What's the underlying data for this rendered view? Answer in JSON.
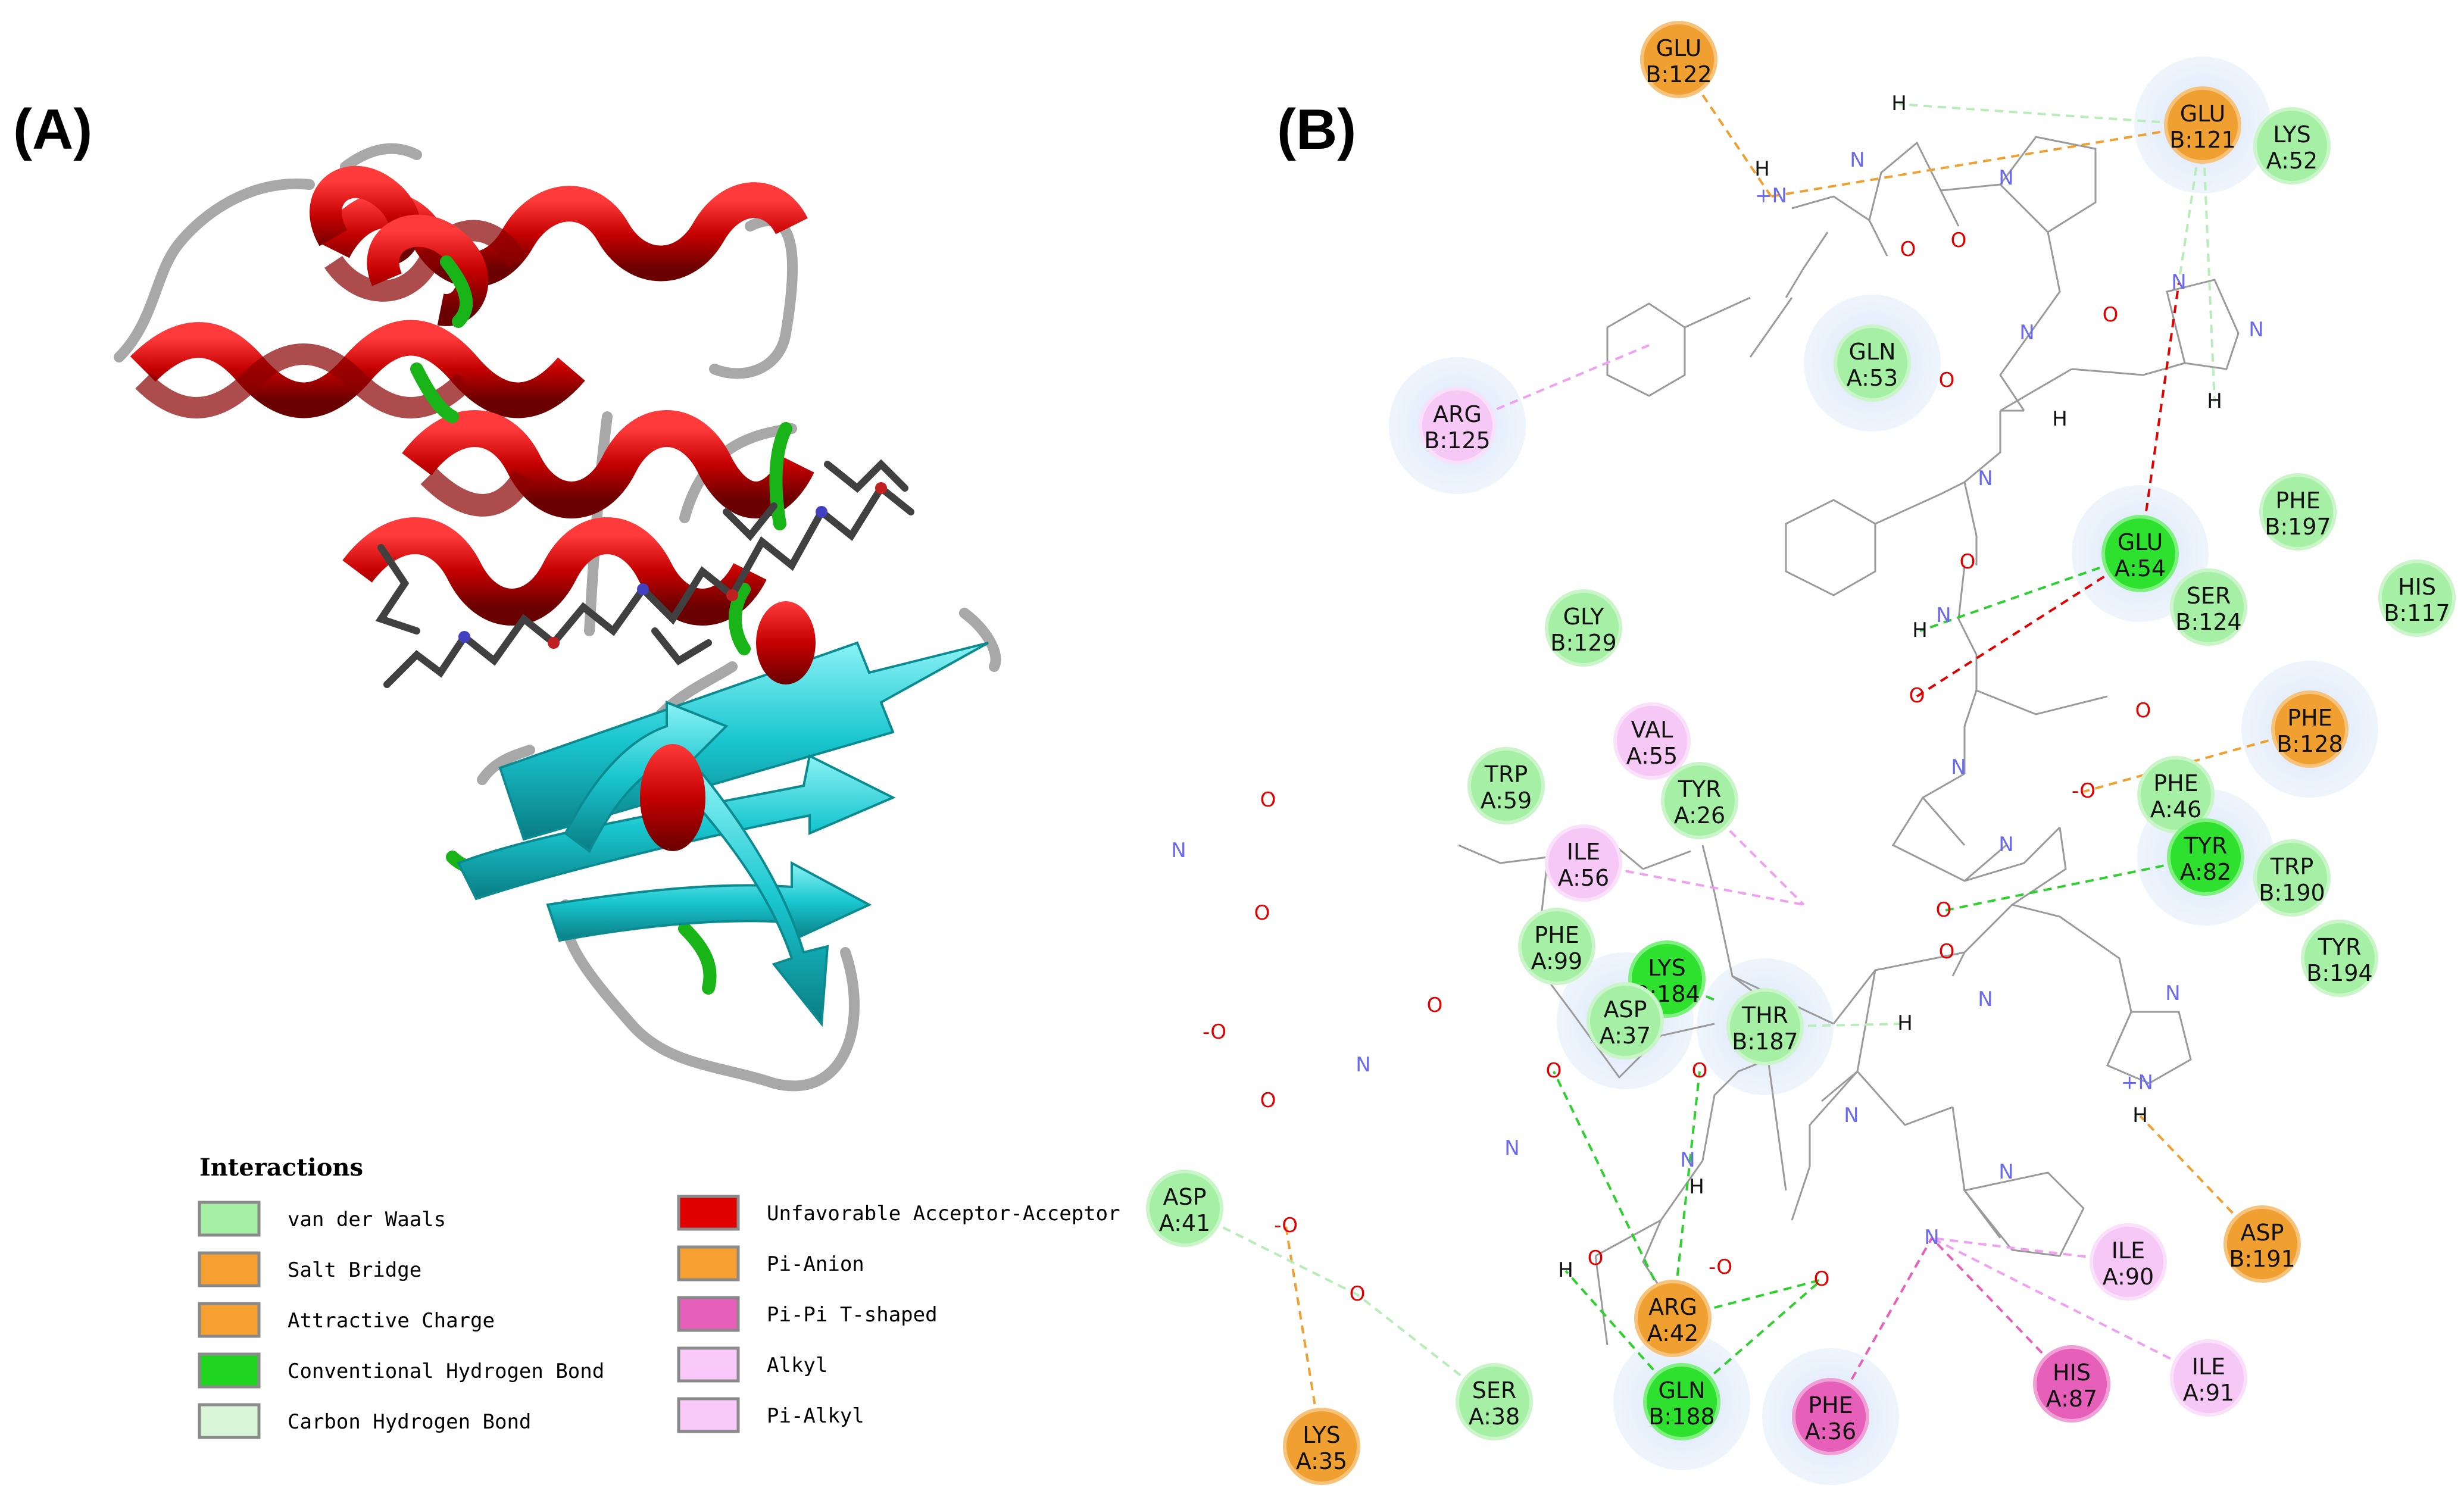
{
  "panels": {
    "a_label": "(A)",
    "b_label": "(B)"
  },
  "colors": {
    "helix": "#c40000",
    "sheet": "#19c6cf",
    "turn": "#18b418",
    "coil": "#a8a8a8",
    "stick": "#404040",
    "van_der_waals": "#a6f0a6",
    "salt_bridge": "#f5a030",
    "conventional_hbond": "#2ee12e",
    "carbon_hbond": "#d8f5d8",
    "unfavorable": "#e00000",
    "pi_pi_tshaped": "#e65fb8",
    "alkyl": "#f5c8f5"
  },
  "legend": {
    "title": "Interactions",
    "col1": [
      {
        "label": "van der Waals",
        "color": "#a6f0a6"
      },
      {
        "label": "Salt Bridge",
        "color": "#f5a030"
      },
      {
        "label": "Attractive Charge",
        "color": "#f5a030"
      },
      {
        "label": "Conventional Hydrogen Bond",
        "color": "#1fd41f"
      },
      {
        "label": "Carbon Hydrogen Bond",
        "color": "#d8f5d8"
      }
    ],
    "col2": [
      {
        "label": "Unfavorable Acceptor-Acceptor",
        "color": "#e00000"
      },
      {
        "label": "Pi-Anion",
        "color": "#f5a030"
      },
      {
        "label": "Pi-Pi T-shaped",
        "color": "#e65fb8"
      },
      {
        "label": "Alkyl",
        "color": "#f8c8f8"
      },
      {
        "label": "Pi-Alkyl",
        "color": "#f8c8f8"
      }
    ]
  },
  "residues": [
    {
      "id": "glu-b122",
      "line1": "GLU",
      "line2": "B:122",
      "type": "salt_bridge",
      "halo": false
    },
    {
      "id": "glu-b121",
      "line1": "GLU",
      "line2": "B:121",
      "type": "salt_bridge",
      "halo": true
    },
    {
      "id": "lys-a52",
      "line1": "LYS",
      "line2": "A:52",
      "type": "van_der_waals",
      "halo": false
    },
    {
      "id": "gln-a53",
      "line1": "GLN",
      "line2": "A:53",
      "type": "van_der_waals",
      "halo": true
    },
    {
      "id": "arg-b125",
      "line1": "ARG",
      "line2": "B:125",
      "type": "alkyl",
      "halo": true
    },
    {
      "id": "glu-a54",
      "line1": "GLU",
      "line2": "A:54",
      "type": "conventional_hbond",
      "halo": true
    },
    {
      "id": "phe-b197",
      "line1": "PHE",
      "line2": "B:197",
      "type": "van_der_waals",
      "halo": false
    },
    {
      "id": "his-b117",
      "line1": "HIS",
      "line2": "B:117",
      "type": "van_der_waals",
      "halo": false
    },
    {
      "id": "ser-b124",
      "line1": "SER",
      "line2": "B:124",
      "type": "van_der_waals",
      "halo": false
    },
    {
      "id": "gly-b129",
      "line1": "GLY",
      "line2": "B:129",
      "type": "van_der_waals",
      "halo": false
    },
    {
      "id": "phe-b128",
      "line1": "PHE",
      "line2": "B:128",
      "type": "salt_bridge",
      "halo": true
    },
    {
      "id": "trp-a59",
      "line1": "TRP",
      "line2": "A:59",
      "type": "van_der_waals",
      "halo": false
    },
    {
      "id": "val-a55",
      "line1": "VAL",
      "line2": "A:55",
      "type": "alkyl",
      "halo": false
    },
    {
      "id": "tyr-a26",
      "line1": "TYR",
      "line2": "A:26",
      "type": "van_der_waals",
      "halo": false
    },
    {
      "id": "phe-a46",
      "line1": "PHE",
      "line2": "A:46",
      "type": "van_der_waals",
      "halo": false
    },
    {
      "id": "tyr-a82",
      "line1": "TYR",
      "line2": "A:82",
      "type": "conventional_hbond",
      "halo": true
    },
    {
      "id": "trp-b190",
      "line1": "TRP",
      "line2": "B:190",
      "type": "van_der_waals",
      "halo": false
    },
    {
      "id": "tyr-b194",
      "line1": "TYR",
      "line2": "B:194",
      "type": "van_der_waals",
      "halo": false
    },
    {
      "id": "ile-a56",
      "line1": "ILE",
      "line2": "A:56",
      "type": "alkyl",
      "halo": false
    },
    {
      "id": "phe-a99",
      "line1": "PHE",
      "line2": "A:99",
      "type": "van_der_waals",
      "halo": false
    },
    {
      "id": "lys-b184",
      "line1": "LYS",
      "line2": "B:184",
      "type": "conventional_hbond",
      "halo": false
    },
    {
      "id": "asp-a37",
      "line1": "ASP",
      "line2": "A:37",
      "type": "van_der_waals",
      "halo": true
    },
    {
      "id": "thr-b187",
      "line1": "THR",
      "line2": "B:187",
      "type": "van_der_waals",
      "halo": true
    },
    {
      "id": "asp-a41",
      "line1": "ASP",
      "line2": "A:41",
      "type": "van_der_waals",
      "halo": false
    },
    {
      "id": "arg-a42",
      "line1": "ARG",
      "line2": "A:42",
      "type": "salt_bridge",
      "halo": false
    },
    {
      "id": "gln-b188",
      "line1": "GLN",
      "line2": "B:188",
      "type": "conventional_hbond",
      "halo": true
    },
    {
      "id": "ser-a38",
      "line1": "SER",
      "line2": "A:38",
      "type": "van_der_waals",
      "halo": false
    },
    {
      "id": "lys-a35",
      "line1": "LYS",
      "line2": "A:35",
      "type": "salt_bridge",
      "halo": false
    },
    {
      "id": "phe-a36",
      "line1": "PHE",
      "line2": "A:36",
      "type": "pi_pi_tshaped",
      "halo": true
    },
    {
      "id": "his-a87",
      "line1": "HIS",
      "line2": "A:87",
      "type": "pi_pi_tshaped",
      "halo": false
    },
    {
      "id": "ile-a90",
      "line1": "ILE",
      "line2": "A:90",
      "type": "alkyl",
      "halo": false
    },
    {
      "id": "ile-a91",
      "line1": "ILE",
      "line2": "A:91",
      "type": "alkyl",
      "halo": false
    },
    {
      "id": "asp-b191",
      "line1": "ASP",
      "line2": "B:191",
      "type": "salt_bridge",
      "halo": false
    }
  ],
  "interactions": [
    {
      "from": "glu-b122",
      "to": "nh-top",
      "type": "salt_bridge"
    },
    {
      "from": "glu-b121",
      "to": "nh-top",
      "type": "salt_bridge"
    },
    {
      "from": "glu-b121",
      "to": "h-top",
      "type": "carbon_hbond"
    },
    {
      "from": "glu-b121",
      "to": "im-top",
      "type": "carbon_hbond"
    },
    {
      "from": "glu-b121",
      "to": "h-im1",
      "type": "carbon_hbond"
    },
    {
      "from": "arg-b125",
      "to": "ring1",
      "type": "alkyl"
    },
    {
      "from": "glu-a54",
      "to": "h-nh2",
      "type": "conventional_hbond"
    },
    {
      "from": "glu-a54",
      "to": "o-mid",
      "type": "unfavorable"
    },
    {
      "from": "glu-a54",
      "to": "im-top",
      "type": "unfavorable"
    },
    {
      "from": "phe-b128",
      "to": "o-carbox",
      "type": "salt_bridge"
    },
    {
      "from": "tyr-a82",
      "to": "o-right",
      "type": "conventional_hbond"
    },
    {
      "from": "ile-a56",
      "to": "cyclo",
      "type": "alkyl"
    },
    {
      "from": "tyr-a26",
      "to": "cyclo",
      "type": "alkyl"
    },
    {
      "from": "lys-b184",
      "to": "thr-link",
      "type": "conventional_hbond"
    },
    {
      "from": "thr-b187",
      "to": "h-bottom",
      "type": "carbon_hbond"
    },
    {
      "from": "arg-a42",
      "to": "o-lower1",
      "type": "conventional_hbond"
    },
    {
      "from": "arg-a42",
      "to": "o-lower2",
      "type": "conventional_hbond"
    },
    {
      "from": "arg-a42",
      "to": "o-lower3",
      "type": "conventional_hbond"
    },
    {
      "from": "gln-b188",
      "to": "h-oh",
      "type": "conventional_hbond"
    },
    {
      "from": "gln-b188",
      "to": "o-lower2",
      "type": "conventional_hbond"
    },
    {
      "from": "lys-a35",
      "to": "o-left",
      "type": "salt_bridge"
    },
    {
      "from": "ser-a38",
      "to": "o-left2",
      "type": "carbon_hbond"
    },
    {
      "from": "phe-a36",
      "to": "im-bottom",
      "type": "pi_pi_tshaped"
    },
    {
      "from": "his-a87",
      "to": "im-bottom",
      "type": "pi_pi_tshaped"
    },
    {
      "from": "ile-a90",
      "to": "im-bottom",
      "type": "alkyl"
    },
    {
      "from": "ile-a91",
      "to": "im-bottom",
      "type": "alkyl"
    },
    {
      "from": "asp-b191",
      "to": "h-imright",
      "type": "salt_bridge"
    },
    {
      "from": "asp-a41",
      "to": "o-left2",
      "type": "carbon_hbond"
    }
  ],
  "atoms": [
    {
      "id": "nh-top",
      "text": "+N",
      "color": "#6a6af0"
    },
    {
      "id": "h-nh-top",
      "text": "H",
      "color": "#111"
    },
    {
      "id": "h-top",
      "text": "H",
      "color": "#111"
    },
    {
      "id": "n-top",
      "text": "N",
      "color": "#6a6af0"
    },
    {
      "id": "o-top1",
      "text": "O",
      "color": "#e00000"
    },
    {
      "id": "o-top2",
      "text": "O",
      "color": "#e00000"
    },
    {
      "id": "n-pro",
      "text": "N",
      "color": "#6a6af0"
    },
    {
      "id": "o-pro",
      "text": "O",
      "color": "#e00000"
    },
    {
      "id": "n-2",
      "text": "N",
      "color": "#6a6af0"
    },
    {
      "id": "h-2",
      "text": "H",
      "color": "#111"
    },
    {
      "id": "o-3",
      "text": "O",
      "color": "#e00000"
    },
    {
      "id": "im-top",
      "text": "N",
      "color": "#6a6af0"
    },
    {
      "id": "im-top2",
      "text": "N",
      "color": "#6a6af0"
    },
    {
      "id": "h-im1",
      "text": "H",
      "color": "#111"
    },
    {
      "id": "n-4",
      "text": "N",
      "color": "#6a6af0"
    },
    {
      "id": "o-5",
      "text": "O",
      "color": "#e00000"
    },
    {
      "id": "n-nh2",
      "text": "N",
      "color": "#6a6af0"
    },
    {
      "id": "h-nh2",
      "text": "H",
      "color": "#111"
    },
    {
      "id": "o-mid",
      "text": "O",
      "color": "#e00000"
    },
    {
      "id": "o-carbox",
      "text": "-O",
      "color": "#e00000"
    },
    {
      "id": "o-carbox2",
      "text": "O",
      "color": "#e00000"
    },
    {
      "id": "n-6",
      "text": "N",
      "color": "#6a6af0"
    },
    {
      "id": "n-7",
      "text": "N",
      "color": "#6a6af0"
    },
    {
      "id": "o-right",
      "text": "O",
      "color": "#e00000"
    },
    {
      "id": "o-8",
      "text": "O",
      "color": "#e00000"
    },
    {
      "id": "n-9",
      "text": "N",
      "color": "#6a6af0"
    },
    {
      "id": "h-bottom",
      "text": "H",
      "color": "#111"
    },
    {
      "id": "im-r1",
      "text": "N",
      "color": "#6a6af0"
    },
    {
      "id": "im-r2",
      "text": "+N",
      "color": "#6a6af0"
    },
    {
      "id": "h-imright",
      "text": "H",
      "color": "#111"
    },
    {
      "id": "n-amide",
      "text": "N",
      "color": "#6a6af0"
    },
    {
      "id": "o-am1",
      "text": "O",
      "color": "#e00000"
    },
    {
      "id": "o-am2",
      "text": "O",
      "color": "#e00000"
    },
    {
      "id": "o-left",
      "text": "-O",
      "color": "#e00000"
    },
    {
      "id": "o-left2",
      "text": "O",
      "color": "#e00000"
    },
    {
      "id": "o-l3",
      "text": "-O",
      "color": "#e00000"
    },
    {
      "id": "o-l4",
      "text": "O",
      "color": "#e00000"
    },
    {
      "id": "n-l",
      "text": "N",
      "color": "#6a6af0"
    },
    {
      "id": "o-l5",
      "text": "O",
      "color": "#e00000"
    },
    {
      "id": "n-l2",
      "text": "N",
      "color": "#6a6af0"
    },
    {
      "id": "o-lower1",
      "text": "O",
      "color": "#e00000"
    },
    {
      "id": "n-l3",
      "text": "N",
      "color": "#6a6af0"
    },
    {
      "id": "h-l3",
      "text": "H",
      "color": "#111"
    },
    {
      "id": "o-lower3",
      "text": "O",
      "color": "#e00000"
    },
    {
      "id": "o-lower2",
      "text": "O",
      "color": "#e00000"
    },
    {
      "id": "o-minus-b",
      "text": "-O",
      "color": "#e00000"
    },
    {
      "id": "h-oh",
      "text": "H",
      "color": "#111"
    },
    {
      "id": "o-oh",
      "text": "O",
      "color": "#e00000"
    },
    {
      "id": "n-r",
      "text": "N",
      "color": "#6a6af0"
    },
    {
      "id": "im-bottom",
      "text": "N",
      "color": "#6a6af0"
    },
    {
      "id": "im-bottom2",
      "text": "N",
      "color": "#6a6af0"
    }
  ]
}
